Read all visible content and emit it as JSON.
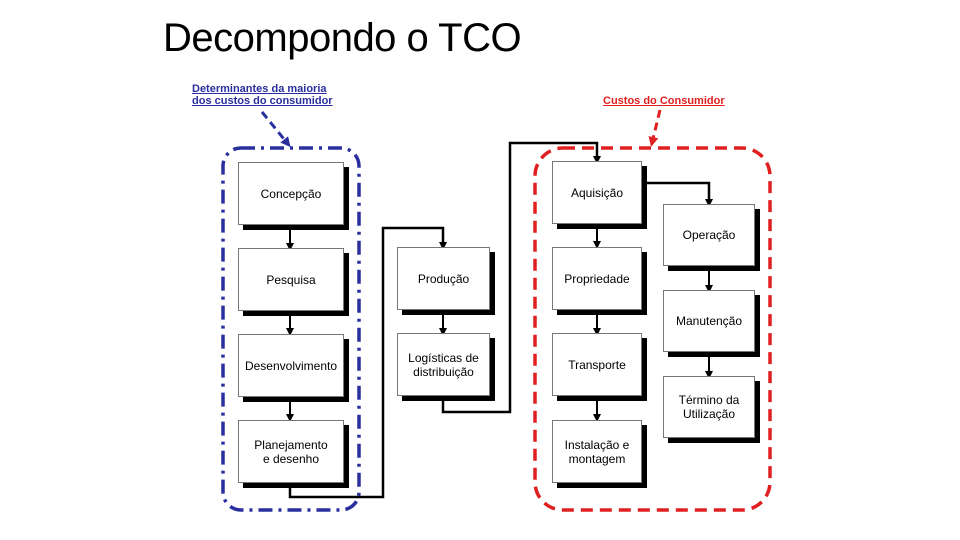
{
  "title": "Decompondo o TCO",
  "annotations": {
    "determinants": [
      "Determinantes da maioria",
      "dos custos do consumidor"
    ],
    "consumer_costs": "Custos do Consumidor"
  },
  "boxes": {
    "concepcao": "Concepção",
    "pesquisa": "Pesquisa",
    "desenvolvimento": "Desenvolvimento",
    "planejamento": "Planejamento\ne desenho",
    "producao": "Produção",
    "logisticas": "Logísticas de\ndistribuição",
    "aquisicao": "Aquisição",
    "propriedade": "Propriedade",
    "transporte": "Transporte",
    "instalacao": "Instalação e\nmontagem",
    "operacao": "Operação",
    "manutencao": "Manutenção",
    "termino": "Término da\nUtilização"
  },
  "colors": {
    "blue": "#2a2f9e",
    "red": "#e02020"
  }
}
